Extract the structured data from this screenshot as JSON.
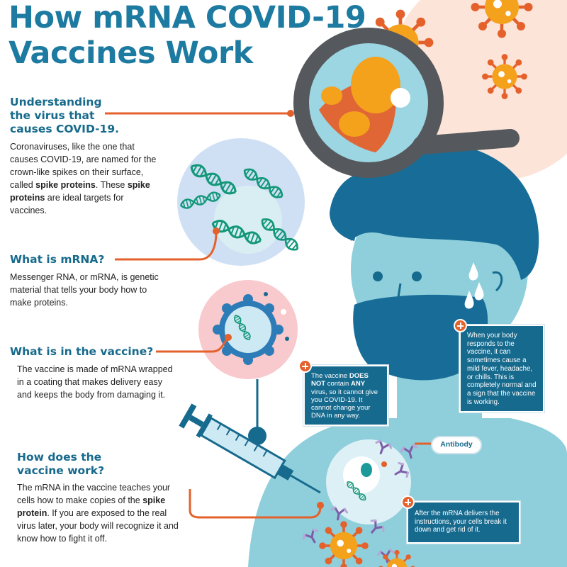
{
  "title_line1": "How mRNA COVID-19",
  "title_line2": "Vaccines Work",
  "sections": {
    "virus": {
      "heading_lines": [
        "Understanding",
        "the virus that",
        "causes COVID-19."
      ],
      "body_before": "Coronaviruses, like the one that causes COVID-19, are named for the crown-like spikes on their surface, called ",
      "bold1": "spike proteins",
      "body_mid": ". These ",
      "bold2": "spike proteins",
      "body_after": " are ideal targets for vaccines."
    },
    "mrna": {
      "heading": "What is mRNA?",
      "body": "Messenger RNA, or mRNA, is genetic material that tells your body how to make proteins."
    },
    "vaccine": {
      "heading": "What is in the vaccine?",
      "body": "The vaccine is made of mRNA wrapped in a coating that makes delivery easy and keeps the body from damaging it."
    },
    "work": {
      "heading_lines": [
        "How does the",
        "vaccine work?"
      ],
      "body_before": "The mRNA in the vaccine teaches your cells how to make copies of the ",
      "bold": "spike protein",
      "body_after": ". If you are exposed to the real virus later, your body will recognize it and know how to fight it off."
    }
  },
  "callouts": {
    "dna": {
      "t1": "The vaccine ",
      "b1": "DOES NOT",
      "t2": " contain ",
      "b2": "ANY",
      "t3": " virus, so it cannot give you COVID-19. It cannot change your DNA in any way."
    },
    "fever": "When your body responds to the vaccine, it can sometimes cause a mild fever, headache, or chills. This is completely normal and a sign that the vaccine is working.",
    "breakdown": "After the mRNA delivers the instructions, your cells break it down and get rid of it.",
    "antibody_label": "Antibody"
  },
  "colors": {
    "title": "#1d7aa0",
    "orange": "#e4612b",
    "navy": "#166a8e",
    "skin": "#8ecfdb",
    "hair": "#176d97",
    "virus": "#f4a11c"
  }
}
